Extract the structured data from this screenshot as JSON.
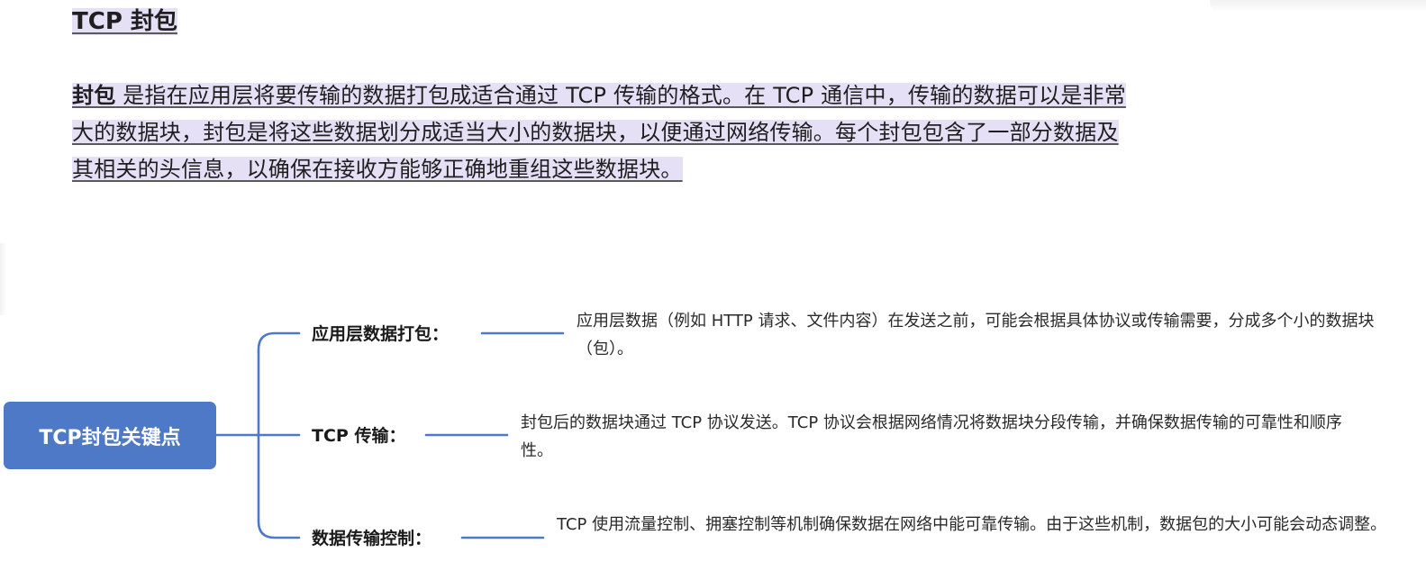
{
  "heading": "TCP 封包",
  "intro": {
    "term": "封包",
    "text": " 是指在应用层将要传输的数据打包成适合通过 TCP 传输的格式。在 TCP 通信中，传输的数据可以是非常大的数据块，封包是将这些数据划分成适当大小的数据块，以便通过网络传输。每个封包包含了一部分数据及其相关的头信息，以确保在接收方能够正确地重组这些数据块。"
  },
  "mindmap": {
    "root": "TCP封包关键点",
    "branches": [
      {
        "label": "应用层数据打包：",
        "detail": "应用层数据（例如 HTTP 请求、文件内容）在发送之前，可能会根据具体协议或传输需要，分成多个小的数据块（包）。"
      },
      {
        "label": "TCP 传输：",
        "detail": "封包后的数据块通过 TCP 协议发送。TCP 协议会根据网络情况将数据块分段传输，并确保数据传输的可靠性和顺序性。"
      },
      {
        "label": "数据传输控制：",
        "detail": "TCP 使用流量控制、拥塞控制等机制确保数据在网络中能可靠传输。由于这些机制，数据包的大小可能会动态调整。"
      }
    ],
    "colors": {
      "root_fill": "#4e79c7",
      "connector": "#4e79c7",
      "highlight": "#e5e0f5"
    }
  }
}
